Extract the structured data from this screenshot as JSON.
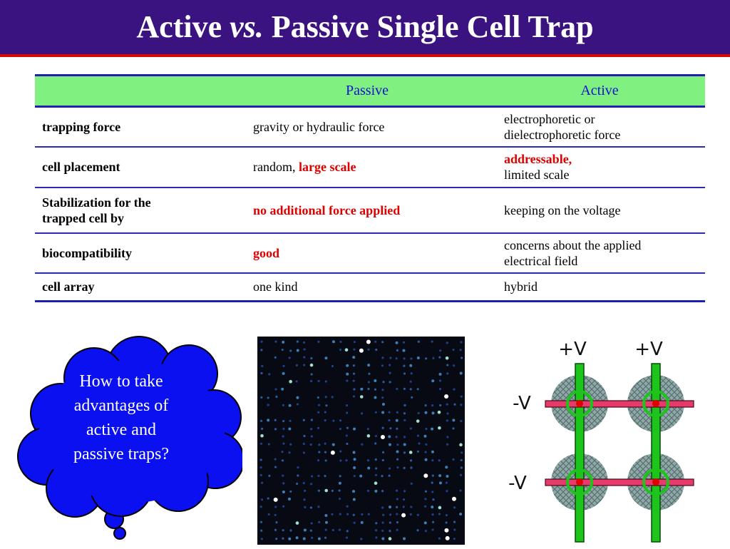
{
  "slide": {
    "title_part1": "Active ",
    "title_italic": "vs.",
    "title_part2": " Passive Single Cell Trap",
    "colors": {
      "title_bar": "#3a1380",
      "accent_red": "#e00000",
      "header_row": "#80f080",
      "table_lines": "#2020b0"
    }
  },
  "table": {
    "headers": [
      "",
      "Passive",
      "Active"
    ],
    "rows": [
      {
        "label": "trapping force",
        "passive": "gravity or hydraulic force",
        "active_line1": "electrophoretic or",
        "active_line2": "dielectrophoretic force"
      },
      {
        "label": "cell placement",
        "passive_plain": "random, ",
        "passive_highlight": "large scale",
        "active_highlight": "addressable,",
        "active_plain": "limited scale"
      },
      {
        "label_line1": "Stabilization for the",
        "label_line2": "trapped cell by",
        "passive_highlight": "no  additional force applied",
        "active": "keeping on the voltage"
      },
      {
        "label": "biocompatibility",
        "passive_highlight": "good",
        "active_line1": "concerns about the applied",
        "active_line2": "electrical field"
      },
      {
        "label": "cell array",
        "passive": "one kind",
        "active": "hybrid"
      }
    ]
  },
  "callout": {
    "lines": [
      "How to take",
      "advantages of",
      "active and",
      "passive traps?"
    ]
  },
  "schematic": {
    "labels": [
      "+V",
      "+V",
      "-V",
      "-V"
    ]
  }
}
